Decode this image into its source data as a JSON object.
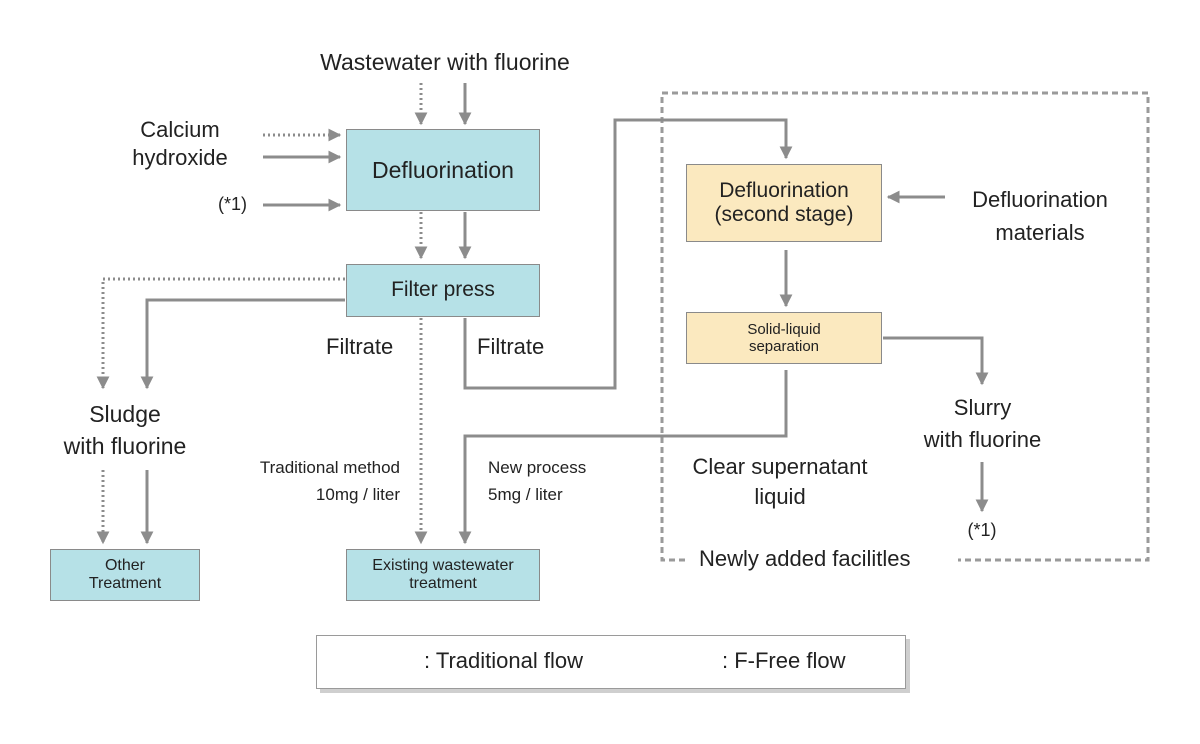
{
  "colors": {
    "box_blue": "#b6e1e7",
    "box_yellow": "#fbe9bf",
    "arrow": "#8c8c8c",
    "dashed_border": "#9a9a9a"
  },
  "inputs": {
    "wastewater": "Wastewater with fluorine",
    "calcium_line1": "Calcium",
    "calcium_line2": "hydroxide",
    "ref1": "(*1)"
  },
  "boxes": {
    "defluorination": "Defluorination",
    "filter_press": "Filter press",
    "defluor_second_line1": "Defluorination",
    "defluor_second_line2": "(second stage)",
    "solid_liquid_line1": "Solid-liquid",
    "solid_liquid_line2": "separation",
    "other_treatment_line1": "Other",
    "other_treatment_line2": "Treatment",
    "existing_line1": "Existing wastewater",
    "existing_line2": "treatment"
  },
  "labels": {
    "filtrate_left": "Filtrate",
    "filtrate_right": "Filtrate",
    "sludge_line1": "Sludge",
    "sludge_line2": "with fluorine",
    "traditional_method": "Traditional method",
    "traditional_value": "10mg / liter",
    "new_process": "New process",
    "new_value": "5mg / liter",
    "supernatant_line1": "Clear supernatant",
    "supernatant_line2": "liquid",
    "slurry_line1": "Slurry",
    "slurry_line2": "with fluorine",
    "slurry_ref": "(*1)",
    "materials_line1": "Defluorination",
    "materials_line2": "materials",
    "newly_added": "Newly added facilitles"
  },
  "legend": {
    "traditional": ": Traditional flow",
    "ffree": ": F-Free flow"
  }
}
